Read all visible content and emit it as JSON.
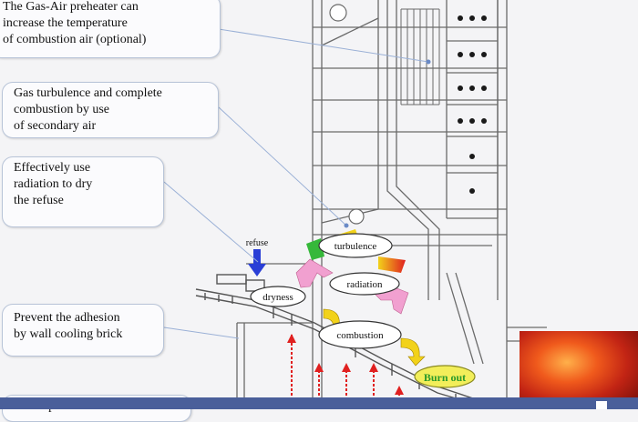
{
  "callouts": [
    {
      "id": "c1",
      "text": "The Gas-Air preheater can\nincrease the temperature\nof combustion air (optional)"
    },
    {
      "id": "c2",
      "text": "Gas turbulence and complete\ncombustion by use\nof secondary air"
    },
    {
      "id": "c3",
      "text": "Effectively use\nradiation to dry\nthe refuse"
    },
    {
      "id": "c4",
      "text": "Prevent the adhesion\nby wall cooling brick"
    },
    {
      "id": "c5",
      "text": "…complete the combustion"
    }
  ],
  "zones": {
    "refuse": "refuse",
    "turbulence": "turbulence",
    "radiation": "radiation",
    "dryness": "dryness",
    "combustion": "combustion",
    "burnout": "Burn out"
  },
  "colors": {
    "line": "#6a6a6a",
    "arrow_blue": "#2a3fd6",
    "arrow_pink": "#f1a0d0",
    "arrow_yellow": "#f2d21a",
    "air_red": "#e02020",
    "burnout_green": "#2a9a2a",
    "banner": "#4a5f9a"
  }
}
